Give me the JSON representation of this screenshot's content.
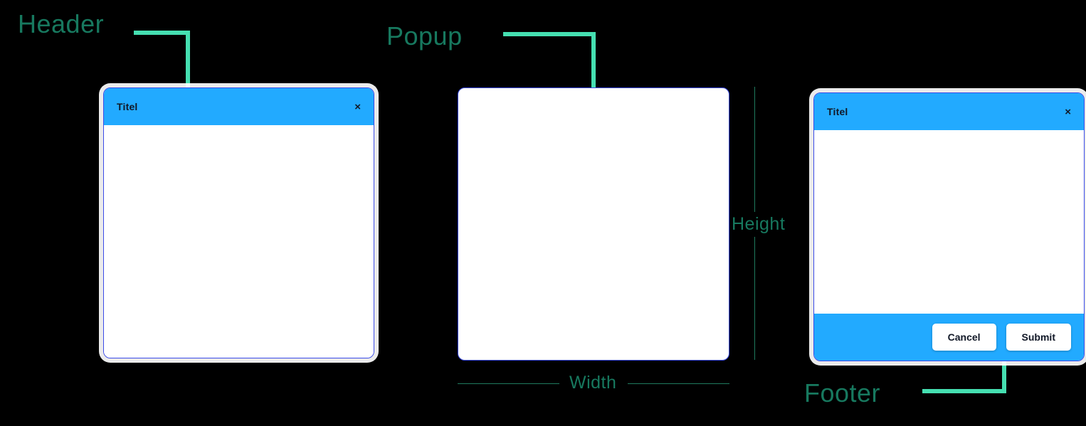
{
  "annotations": {
    "header": {
      "label": "Header"
    },
    "popup": {
      "label": "Popup"
    },
    "footer": {
      "label": "Footer"
    },
    "height": {
      "label": "Height"
    },
    "width": {
      "label": "Width"
    }
  },
  "colors": {
    "label_green": "#17795F",
    "connector_green": "#45DFB1",
    "dimension_green": "#1F7A5E",
    "dialog_blue": "#22AAFF",
    "dialog_border": "#3B4BE8",
    "background": "#000000",
    "surface": "#FFFFFF",
    "text_dark": "#111827"
  },
  "dialog_left": {
    "title": "Titel",
    "close_icon": "close-icon",
    "close_glyph": "×"
  },
  "dialog_middle": {
    "title": "",
    "note": "plain popup outline, no header or footer"
  },
  "dialog_right": {
    "title": "Titel",
    "close_icon": "close-icon",
    "close_glyph": "×",
    "footer": {
      "cancel_label": "Cancel",
      "submit_label": "Submit"
    }
  }
}
